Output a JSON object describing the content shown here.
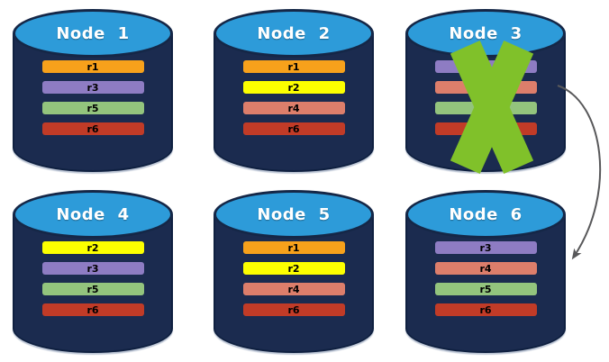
{
  "colors": {
    "background": "#ffffff",
    "cylinder_body": "#1b2b4f",
    "cylinder_top": "#2d9bd9",
    "cylinder_rim": "#152747",
    "title_text": "#ffffff",
    "bar_text": "#000000",
    "cross": "#80c12a",
    "arrow": "#58585a"
  },
  "replica_palette": {
    "r1": "#f7a11b",
    "r2": "#fcff00",
    "r3": "#8e7cc3",
    "r4": "#dd7e6b",
    "r5": "#93c47d",
    "r6": "#c13b27"
  },
  "nodes": [
    {
      "title": "Node 1",
      "failed": false,
      "replicas": [
        {
          "label": "r1",
          "color": "#f7a11b"
        },
        {
          "label": "r3",
          "color": "#8e7cc3"
        },
        {
          "label": "r5",
          "color": "#93c47d"
        },
        {
          "label": "r6",
          "color": "#c13b27"
        }
      ]
    },
    {
      "title": "Node 2",
      "failed": false,
      "replicas": [
        {
          "label": "r1",
          "color": "#f7a11b"
        },
        {
          "label": "r2",
          "color": "#fcff00"
        },
        {
          "label": "r4",
          "color": "#dd7e6b"
        },
        {
          "label": "r6",
          "color": "#c13b27"
        }
      ]
    },
    {
      "title": "Node 3",
      "failed": true,
      "replicas": [
        {
          "label": "r3",
          "color": "#8e7cc3"
        },
        {
          "label": "r4",
          "color": "#dd7e6b"
        },
        {
          "label": "r5",
          "color": "#93c47d"
        },
        {
          "label": "r6",
          "color": "#c13b27"
        }
      ]
    },
    {
      "title": "Node 4",
      "failed": false,
      "replicas": [
        {
          "label": "r2",
          "color": "#fcff00"
        },
        {
          "label": "r3",
          "color": "#8e7cc3"
        },
        {
          "label": "r5",
          "color": "#93c47d"
        },
        {
          "label": "r6",
          "color": "#c13b27"
        }
      ]
    },
    {
      "title": "Node 5",
      "failed": false,
      "replicas": [
        {
          "label": "r1",
          "color": "#f7a11b"
        },
        {
          "label": "r2",
          "color": "#fcff00"
        },
        {
          "label": "r4",
          "color": "#dd7e6b"
        },
        {
          "label": "r6",
          "color": "#c13b27"
        }
      ]
    },
    {
      "title": "Node 6",
      "failed": false,
      "replicas": [
        {
          "label": "r3",
          "color": "#8e7cc3"
        },
        {
          "label": "r4",
          "color": "#dd7e6b"
        },
        {
          "label": "r5",
          "color": "#93c47d"
        },
        {
          "label": "r6",
          "color": "#c13b27"
        }
      ]
    }
  ],
  "failure_mark": {
    "node": "Node 3",
    "shape": "X"
  },
  "arrow": {
    "from": "Node 3",
    "to": "Node 6"
  }
}
